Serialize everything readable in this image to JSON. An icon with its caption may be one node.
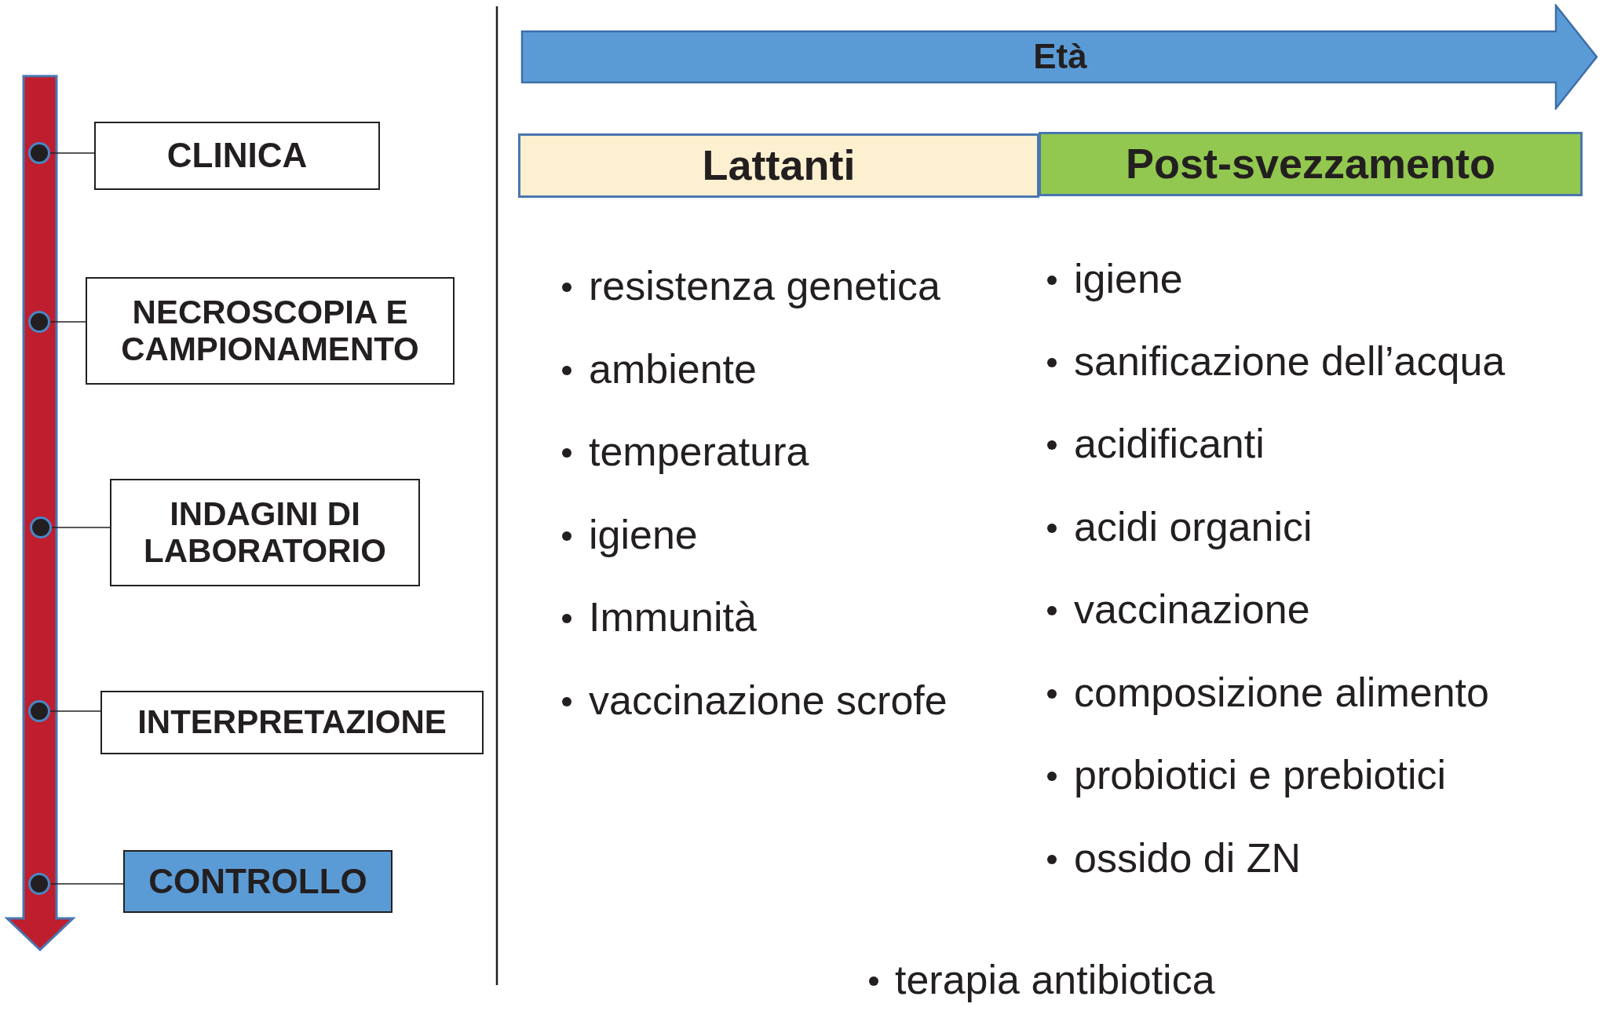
{
  "diagram": {
    "nodes": [
      {
        "text": [],
        "shape": "circle"
      },
      {
        "text": [
          "CLINICA"
        ]
      },
      {
        "text": [],
        "shape": "circle"
      },
      {
        "text": [
          "NECROSCOPIA E CAMPIONAMENTO"
        ]
      },
      {
        "text": [],
        "shape": "circle"
      },
      {
        "text": [
          "INDAGINI DI LABORATORIO"
        ]
      },
      {
        "text": [],
        "shape": "circle"
      },
      {
        "text": [
          "INTERPRETAZIONE"
        ]
      },
      {
        "text": [],
        "shape": "circle"
      },
      {
        "text": [
          "CONTROLLO"
        ]
      },
      {
        "text": [
          "Età"
        ]
      },
      {
        "text": [
          "Lattanti"
        ]
      },
      {
        "text": [
          "Post-svezzamento"
        ]
      }
    ],
    "edges": [
      {
        "from": 0,
        "to": 1,
        "arrow": "none"
      },
      {
        "from": 2,
        "to": 3,
        "arrow": "none"
      },
      {
        "from": 4,
        "to": 5,
        "arrow": "none"
      },
      {
        "from": 6,
        "to": 7,
        "arrow": "none"
      },
      {
        "from": 8,
        "to": 9,
        "arrow": "none"
      }
    ],
    "labels": [
      "resistenza genetica",
      "ambiente",
      "temperatura",
      "igiene",
      "Immunità",
      "vaccinazione scrofe",
      "igiene",
      "sanificazione dell’acqua",
      "acidificanti",
      "acidi organici",
      "vaccinazione",
      "composizione alimento",
      "probiotici e prebiotici",
      "ossido di ZN",
      "terapia antibiotica"
    ]
  }
}
